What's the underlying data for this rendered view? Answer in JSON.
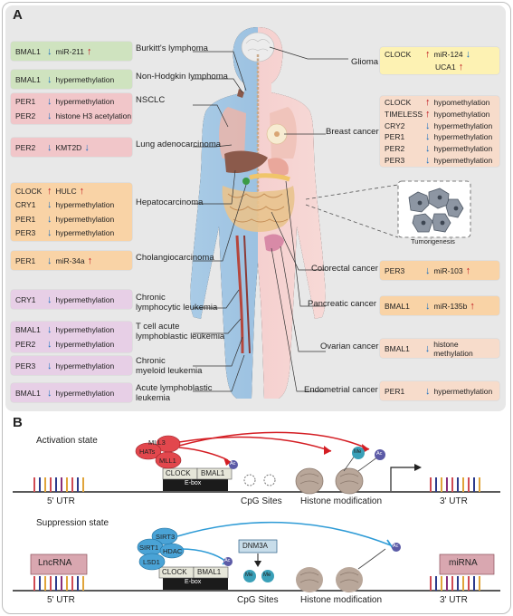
{
  "panel_a": {
    "letter": "A",
    "left_entries": [
      {
        "disease": "Burkitt's lymphoma",
        "rows": [
          {
            "gene": "BMAL1",
            "dir": "down",
            "mech": "miR-211",
            "mdir": "up"
          }
        ]
      },
      {
        "disease": "Non-Hodgkin lymphoma",
        "rows": [
          {
            "gene": "BMAL1",
            "dir": "down",
            "mech": "hypermethylation"
          }
        ]
      },
      {
        "disease": "NSCLC",
        "rows": [
          {
            "gene": "PER1",
            "dir": "down",
            "mech": "hypermethylation"
          },
          {
            "gene": "PER2",
            "dir": "down",
            "mech": "histone H3 acetylation"
          }
        ]
      },
      {
        "disease": "Lung adenocarcinoma",
        "rows": [
          {
            "gene": "PER2",
            "dir": "down",
            "mech": "KMT2D",
            "mdir": "down"
          }
        ]
      },
      {
        "disease": "Hepatocarcinoma",
        "rows": [
          {
            "gene": "CLOCK",
            "dir": "up",
            "mech": "HULC",
            "mdir": "up"
          },
          {
            "gene": "CRY1",
            "dir": "down",
            "mech": "hypermethylation"
          },
          {
            "gene": "PER1",
            "dir": "down",
            "mech": "hypermethylation"
          },
          {
            "gene": "PER3",
            "dir": "down",
            "mech": "hypermethylation"
          }
        ]
      },
      {
        "disease": "Cholangiocarcinoma",
        "rows": [
          {
            "gene": "PER1",
            "dir": "down",
            "mech": "miR-34a",
            "mdir": "up"
          }
        ]
      },
      {
        "disease": "Chronic lymphocytic leukemia",
        "rows": [
          {
            "gene": "CRY1",
            "dir": "down",
            "mech": "hypermethylation"
          }
        ]
      },
      {
        "disease": "T cell acute lymphoblastic leukemia",
        "rows": [
          {
            "gene": "BMAL1",
            "dir": "down",
            "mech": "hypermethylation"
          },
          {
            "gene": "PER2",
            "dir": "down",
            "mech": "hypermethylation"
          }
        ]
      },
      {
        "disease": "Chronic myeloid leukemia",
        "rows": [
          {
            "gene": "PER3",
            "dir": "down",
            "mech": "hypermethylation"
          }
        ]
      },
      {
        "disease": "Acute lymphoblastic leukemia",
        "rows": [
          {
            "gene": "BMAL1",
            "dir": "down",
            "mech": "hypermethylation"
          }
        ]
      }
    ],
    "left_disease_lines": [
      [
        "Burkitt's lymphoma"
      ],
      [
        "Non-Hodgkin lymphoma"
      ],
      [
        "NSCLC"
      ],
      [
        "Lung adenocarcinoma"
      ],
      [
        "Hepatocarcinoma"
      ],
      [
        "Cholangiocarcinoma"
      ],
      [
        "Chronic",
        "lymphocytic leukemia"
      ],
      [
        "T cell acute",
        "lymphoblastic leukemia"
      ],
      [
        "Chronic",
        "myeloid leukemia"
      ],
      [
        "Acute lymphoblastic",
        "leukemia"
      ]
    ],
    "right_entries": [
      {
        "disease": "Glioma",
        "rows": [
          {
            "gene": "CLOCK",
            "dir": "up",
            "mech": "miR-124",
            "mdir": "down"
          },
          {
            "gene": "",
            "dir": "",
            "mech": "UCA1",
            "mdir": "up"
          }
        ]
      },
      {
        "disease": "Breast cancer",
        "rows": [
          {
            "gene": "CLOCK",
            "dir": "up",
            "mech": "hypomethylation"
          },
          {
            "gene": "TIMELESS",
            "dir": "up",
            "mech": "hypomethylation"
          },
          {
            "gene": "CRY2",
            "dir": "down",
            "mech": "hypermethylation"
          },
          {
            "gene": "PER1",
            "dir": "down",
            "mech": "hypermethylation"
          },
          {
            "gene": "PER2",
            "dir": "down",
            "mech": "hypermethylation"
          },
          {
            "gene": "PER3",
            "dir": "down",
            "mech": "hypermethylation"
          }
        ]
      },
      {
        "disease": "Colorectal cancer",
        "rows": [
          {
            "gene": "PER3",
            "dir": "down",
            "mech": "miR-103",
            "mdir": "up"
          }
        ]
      },
      {
        "disease": "Pancreatic cancer",
        "rows": [
          {
            "gene": "BMAL1",
            "dir": "down",
            "mech": "miR-135b",
            "mdir": "up"
          }
        ]
      },
      {
        "disease": "Ovarian cancer",
        "rows": [
          {
            "gene": "BMAL1",
            "dir": "down",
            "mech": "histone methylation"
          }
        ]
      },
      {
        "disease": "Endometrial cancer",
        "rows": [
          {
            "gene": "PER1",
            "dir": "down",
            "mech": "hypermethylation"
          }
        ]
      }
    ],
    "tumor_label": "Tumorigenesis"
  },
  "panel_b": {
    "letter": "B",
    "activation_title": "Activation state",
    "suppression_title": "Suppression state",
    "utr5": "5' UTR",
    "utr3": "3' UTR",
    "cpg": "CpG Sites",
    "histone": "Histone modification",
    "ebox": "E-box",
    "clock": "CLOCK",
    "bmal1": "BMAL1",
    "mll3": "MLL3",
    "hats": "HATs",
    "mll1": "MLL1",
    "sirt3": "SIRT3",
    "sirt1": "SIRT1",
    "hdac": "HDAC",
    "lsd1": "LSD1",
    "dnm3a": "DNM3A",
    "me": "Me",
    "ac": "Ac",
    "lncrna": "LncRNA",
    "mirna": "miRNA"
  },
  "colors": {
    "panel_bg": "#e8e8e8",
    "up_arrow": "#c0161d",
    "down_arrow": "#1a6fbf",
    "green_box": "#cfe3bf",
    "pink_box": "#f1c6c9",
    "orange_box": "#f9d3a6",
    "yellow_box": "#fdf2b3",
    "peach_box": "#f7dccb",
    "lavender_box": "#e7cfe6",
    "mediator_red": "#e2474d",
    "mediator_blue": "#4aa3d6",
    "ac_purple": "#5b5aa6",
    "me_teal": "#3aa0b8"
  }
}
